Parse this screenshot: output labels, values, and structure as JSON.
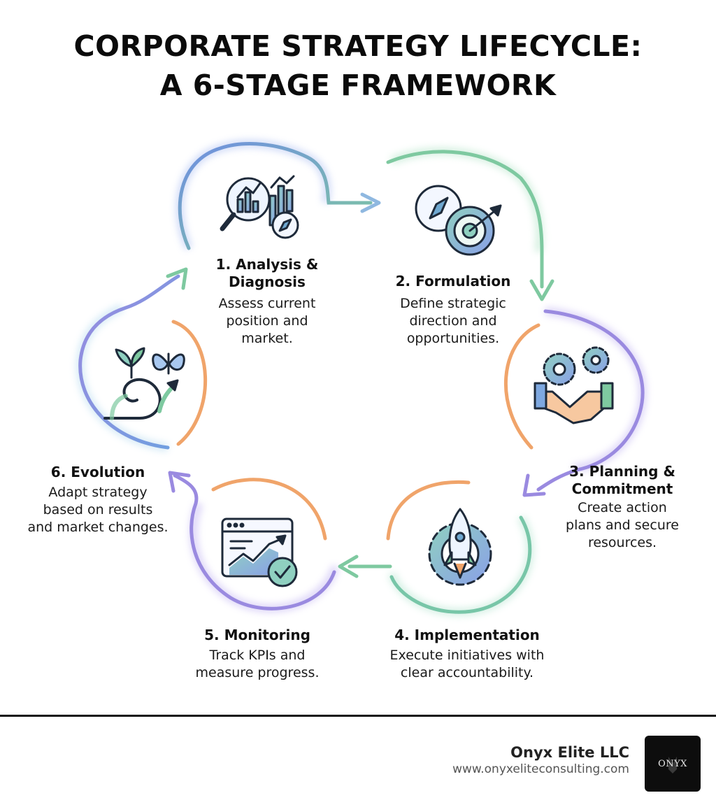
{
  "header": {
    "title_line1": "CORPORATE STRATEGY LIFECYCLE:",
    "title_line2": "A 6-STAGE FRAMEWORK"
  },
  "stages": [
    {
      "title_lines": [
        "1. Analysis &",
        "Diagnosis"
      ],
      "description_lines": [
        "Assess current",
        "position and",
        "market."
      ],
      "icon": "magnifier-chart-compass-icon",
      "ring_color": "#6f8fe0"
    },
    {
      "title_lines": [
        "2. Formulation"
      ],
      "description_lines": [
        "Define strategic",
        "direction and",
        "opportunities."
      ],
      "icon": "compass-target-icon",
      "ring_color": "#7ec9a0"
    },
    {
      "title_lines": [
        "3. Planning &",
        "Commitment"
      ],
      "description_lines": [
        "Create action",
        "plans and secure",
        "resources."
      ],
      "icon": "handshake-gears-icon",
      "ring_color": "#9a8ae0"
    },
    {
      "title_lines": [
        "4. Implementation"
      ],
      "description_lines": [
        "Execute initiatives with",
        "clear accountability."
      ],
      "icon": "rocket-gear-icon",
      "ring_color": "#78c6a8"
    },
    {
      "title_lines": [
        "5. Monitoring"
      ],
      "description_lines": [
        "Track KPIs and",
        "measure progress."
      ],
      "icon": "dashboard-check-icon",
      "ring_color": "#9a8ae0"
    },
    {
      "title_lines": [
        "6. Evolution"
      ],
      "description_lines": [
        "Adapt strategy",
        "based on results",
        "and market changes."
      ],
      "icon": "sprout-butterfly-icon",
      "ring_color": "#78b8d8"
    }
  ],
  "footer": {
    "company": "Onyx Elite LLC",
    "website": "www.onyxeliteconsulting.com",
    "logo_text": "ONYX"
  },
  "colors": {
    "blue": "#6f8fe0",
    "green": "#7ec9a0",
    "purple": "#9a8ae0",
    "orange": "#f0a46a",
    "ink": "#1e2a3a"
  }
}
